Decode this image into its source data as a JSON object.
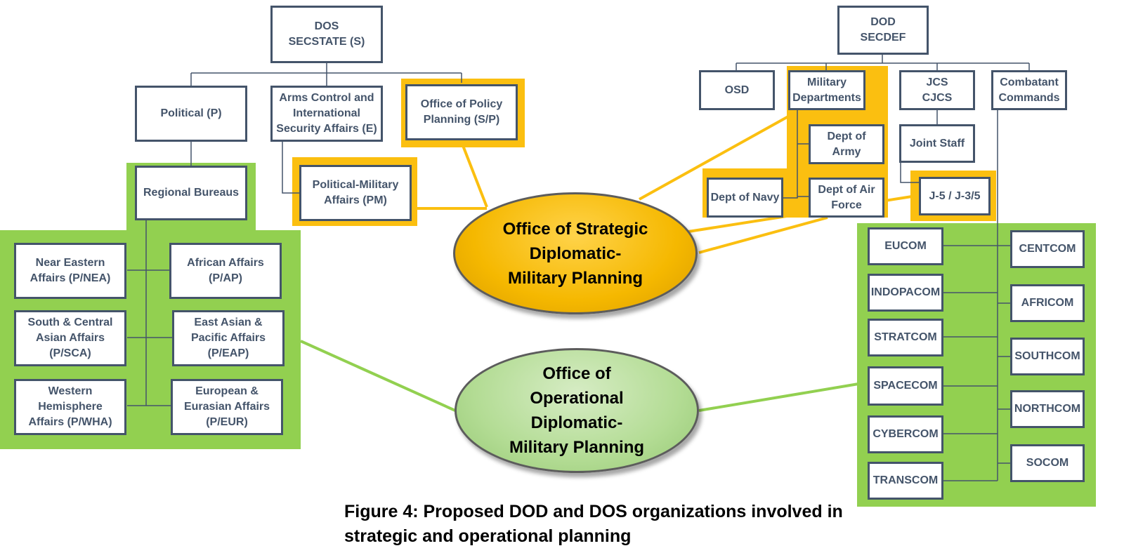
{
  "colors": {
    "box_border": "#44546a",
    "box_text": "#44546a",
    "highlight_strategic": "#fbbf10",
    "highlight_operational": "#92d050",
    "connector_strategic": "#fbbf10",
    "connector_operational": "#92d050",
    "tree_line": "#44546a"
  },
  "dos": {
    "top": "DOS\nSECSTATE (S)",
    "political": "Political (P)",
    "arms_control": "Arms Control and\nInternational\nSecurity Affairs (E)",
    "policy_planning": "Office of Policy\nPlanning (S/P)",
    "political_military": "Political-Military\nAffairs (PM)",
    "regional_bureaus": "Regional Bureaus",
    "bureaus": [
      "Near Eastern\nAffairs (P/NEA)",
      "African Affairs\n(P/AP)",
      "South & Central\nAsian Affairs\n(P/SCA)",
      "East Asian &\nPacific Affairs\n(P/EAP)",
      "Western\nHemisphere\nAffairs (P/WHA)",
      "European &\nEurasian Affairs\n(P/EUR)"
    ]
  },
  "dod": {
    "top": "DOD\nSECDEF",
    "osd": "OSD",
    "military_departments": "Military\nDepartments",
    "jcs": "JCS\nCJCS",
    "combatant_commands": "Combatant\nCommands",
    "dept_army": "Dept of\nArmy",
    "dept_navy": "Dept of Navy",
    "dept_air_force": "Dept of Air\nForce",
    "joint_staff": "Joint Staff",
    "j5": "J-5 / J-3/5",
    "commands_left": [
      "EUCOM",
      "INDOPACOM",
      "STRATCOM",
      "SPACECOM",
      "CYBERCOM",
      "TRANSCOM"
    ],
    "commands_right": [
      "CENTCOM",
      "AFRICOM",
      "SOUTHCOM",
      "NORTHCOM",
      "SOCOM"
    ]
  },
  "offices": {
    "strategic": "Office of Strategic\nDiplomatic-\nMilitary Planning",
    "operational": "Office of\nOperational\nDiplomatic-\nMilitary Planning"
  },
  "caption": "Figure 4: Proposed DOD and DOS organizations involved in strategic and operational planning"
}
